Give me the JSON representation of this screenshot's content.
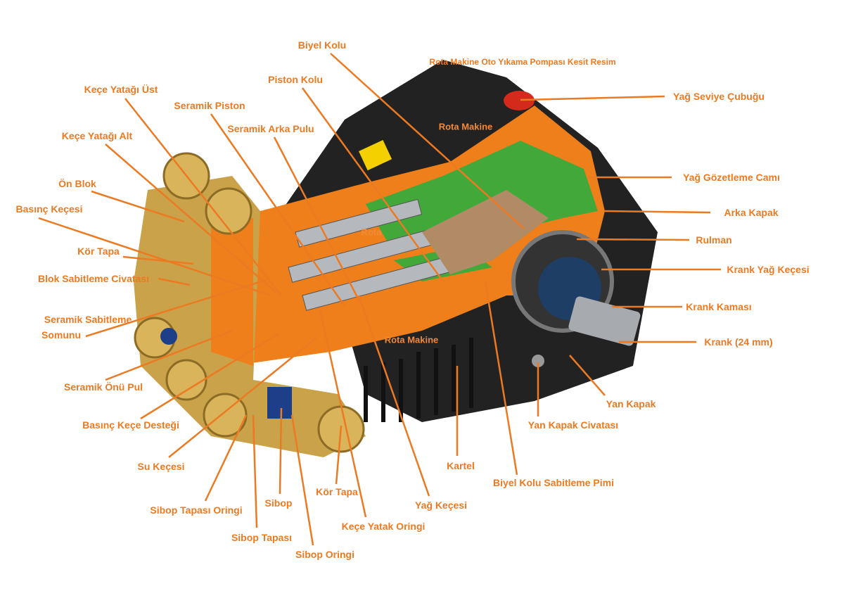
{
  "title": "Rota Makine Oto Yıkama Pompası Kesit Resim",
  "inner_labels": [
    "Rota Makine",
    "Rota",
    "Rota Makine"
  ],
  "labels": {
    "biyel_kolu": "Biyel Kolu",
    "yag_seviye": "Yağ Seviye Çubuğu",
    "piston_kolu": "Piston Kolu",
    "kece_ust": "Keçe Yatağı Üst",
    "seramik_piston": "Seramik Piston",
    "seramik_arka": "Seramik Arka Pulu",
    "kece_alt": "Keçe Yatağı Alt",
    "yag_gozetleme": "Yağ Gözetleme Camı",
    "on_blok": "Ön Blok",
    "basinc_kecesi": "Basınç Keçesi",
    "arka_kapak": "Arka Kapak",
    "kor_tapa_1": "Kör Tapa",
    "rulman": "Rulman",
    "blok_civata": "Blok Sabitleme Civatası",
    "krank_yag": "Krank Yağ Keçesi",
    "krank_kamasi": "Krank Kaması",
    "seramik_sabitleme_1": "Seramik Sabitleme",
    "seramik_sabitleme_2": "Somunu",
    "krank": "Krank (24 mm)",
    "seramik_onu": "Seramik Önü Pul",
    "yan_kapak": "Yan Kapak",
    "basinc_destek": "Basınç Keçe Desteği",
    "yan_kapak_civata": "Yan Kapak Civatası",
    "kartel": "Kartel",
    "su_kecesi": "Su Keçesi",
    "biyel_pim": "Biyel Kolu Sabitleme Pimi",
    "kor_tapa_2": "Kör Tapa",
    "yag_kecesi": "Yağ Keçesi",
    "sibop_tapa_oring": "Sibop Tapası Oringi",
    "sibop": "Sibop",
    "kece_yatak_oring": "Keçe Yatak Oringi",
    "sibop_tapasi": "Sibop Tapası",
    "sibop_oringi": "Sibop Oringi"
  },
  "colors": {
    "accent": "#ec7a22",
    "green": "#3fa535",
    "brass": "#c9a24a"
  }
}
